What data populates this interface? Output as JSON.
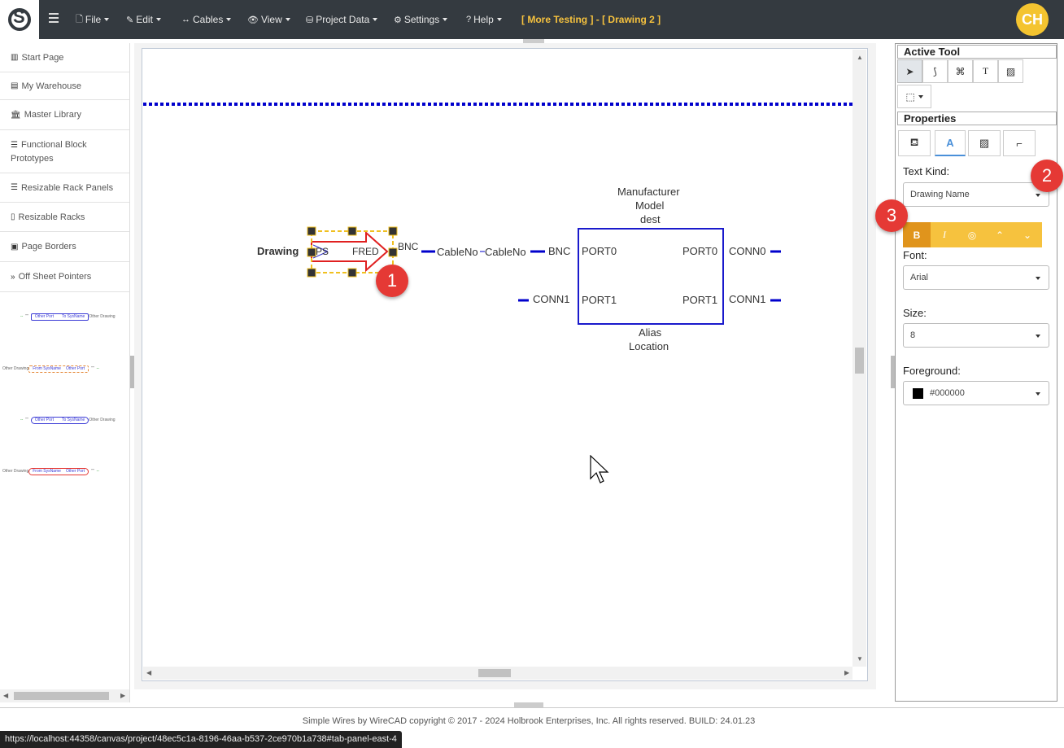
{
  "navbar": {
    "menus": [
      {
        "label": "File",
        "icon": "file-icon"
      },
      {
        "label": "Edit",
        "icon": "edit-icon"
      },
      {
        "label": "Cables",
        "icon": "arrows-h-icon"
      },
      {
        "label": "View",
        "icon": "eye-icon"
      },
      {
        "label": "Project Data",
        "icon": "database-icon"
      },
      {
        "label": "Settings",
        "icon": "gear-icon"
      },
      {
        "label": "Help",
        "icon": "question-icon"
      }
    ],
    "project_title": "[ More Testing ] - [ Drawing 2 ]",
    "avatar_initials": "CH",
    "accent": "#f6c23e"
  },
  "sidebar": {
    "items": [
      {
        "label": "Start Page",
        "icon": "columns-icon"
      },
      {
        "label": "My Warehouse",
        "icon": "warehouse-icon"
      },
      {
        "label": "Master Library",
        "icon": "library-icon"
      },
      {
        "label": "Functional Block Prototypes",
        "icon": "layers-icon"
      },
      {
        "label": "Resizable Rack Panels",
        "icon": "rack-panel-icon"
      },
      {
        "label": "Resizable Racks",
        "icon": "rack-icon"
      },
      {
        "label": "Page Borders",
        "icon": "border-icon"
      },
      {
        "label": "Off Sheet Pointers",
        "icon": "double-chevron-right-icon"
      }
    ],
    "pointer_thumbs": [
      {
        "left": "Other Port",
        "right": "To SysName",
        "end": "Other Drawing",
        "quote": "\"\""
      },
      {
        "start": "Other Drawing",
        "left": "From SysName",
        "right": "Other Port",
        "quote": "\"\""
      },
      {
        "left": "Other Port",
        "right": "To SysName",
        "end": "Other Drawing",
        "quote": "\"\""
      },
      {
        "start": "Other Drawing",
        "left": "From SysName",
        "right": "Other Port",
        "quote": "\"\""
      }
    ]
  },
  "canvas": {
    "drawing_label": "Drawing",
    "pointer": {
      "prefix": "PS",
      "name": "FRED",
      "connector": "BNC"
    },
    "cable": {
      "label_a": "CableNo",
      "label_b": "CableNo"
    },
    "device": {
      "manufacturer": "Manufacturer",
      "model": "Model",
      "dest": "dest",
      "alias": "Alias",
      "location": "Location",
      "left_ports": [
        "PORT0",
        "PORT1"
      ],
      "right_ports": [
        "PORT0",
        "PORT1"
      ],
      "left_connectors": [
        "BNC",
        "CONN1"
      ],
      "right_connectors": [
        "CONN0",
        "CONN1"
      ]
    },
    "border_color": "#0000cc"
  },
  "right_panel": {
    "active_tool_title": "Active Tool",
    "properties_title": "Properties",
    "text_kind_label": "Text Kind:",
    "text_kind_value": "Drawing Name",
    "font_label": "Font:",
    "font_value": "Arial",
    "size_label": "Size:",
    "size_value": "8",
    "foreground_label": "Foreground:",
    "foreground_value": "#000000"
  },
  "badges": [
    "1",
    "2",
    "3"
  ],
  "footer": {
    "copyright": "Simple Wires by WireCAD copyright © 2017 - 2024 Holbrook Enterprises, Inc. All rights reserved. BUILD: 24.01.23",
    "status_url": "https://localhost:44358/canvas/project/48ec5c1a-8196-46aa-b537-2ce970b1a738#tab-panel-east-4"
  }
}
